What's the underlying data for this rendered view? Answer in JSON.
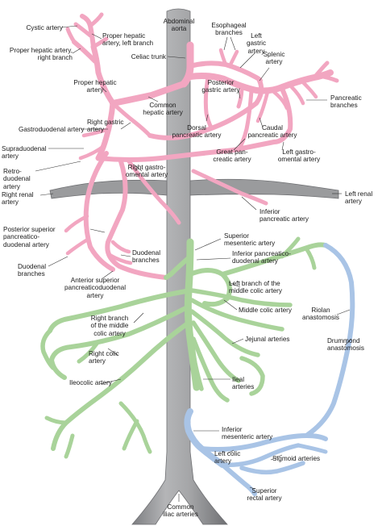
{
  "colors": {
    "aorta": "#9a9b9d",
    "aorta_dark": "#6e6f72",
    "celiac": "#f2a6c1",
    "celiac_dark": "#d8789d",
    "superior_mesenteric": "#a9d39a",
    "superior_mesenteric_dark": "#7db06d",
    "inferior_mesenteric": "#a9c4e6",
    "inferior_mesenteric_dark": "#7a9fcf",
    "leader": "#333333"
  },
  "labels": {
    "cystic_artery": "Cystic artery",
    "proper_hepatic_left": "Proper hepatic\nartery, left branch",
    "abdominal_aorta": "Abdominal\naorta",
    "esophageal_branches": "Esophageal\nbranches",
    "left_gastric_artery": "Left\ngastric\nartery",
    "proper_hepatic_right": "Proper hepatic artery,\nright branch",
    "celiac_trunk": "Celiac trunk",
    "splenic_artery": "Splenic\nartery",
    "proper_hepatic_artery": "Proper hepatic\nartery",
    "posterior_gastric_artery": "Posterior\ngastric artery",
    "pancreatic_branches": "Pancreatic\nbranches",
    "common_hepatic_artery": "Common\nhepatic artery",
    "right_gastric_artery": "Right gastric\nartery",
    "gastroduodenal_artery": "Gastroduodenal artery",
    "dorsal_pancreatic_artery": "Dorsal\npancreatic artery",
    "caudal_pancreatic_artery": "Caudal\npancreatic artery",
    "supraduodenal_artery": "Supraduodenal\nartery",
    "great_pancreatic_artery": "Great pan-\ncreatic artery",
    "left_gastroomental_artery": "Left gastro-\nomental artery",
    "retroduodenal_artery": "Retro-\nduodenal\nartery",
    "right_gastroomental_artery": "Right gastro-\nomental artery",
    "right_renal_artery": "Right renal\nartery",
    "left_renal_artery": "Left renal\nartery",
    "inferior_pancreatic_artery": "Inferior\npancreatic artery",
    "posterior_superior_pd": "Posterior superior\npancreatico-\nduodenal artery",
    "superior_mesenteric_artery": "Superior\nmesenteric artery",
    "duodenal_branches_right": "Duodenal\nbranches",
    "inferior_pd": "Inferior pancreatico-\nduodenal artery",
    "duodenal_branches_left": "Duodenal\nbranches",
    "anterior_superior_pd": "Anterior superior\npancreaticoduodenal\nartery",
    "left_branch_middle_colic": "Left branch of the\nmiddle colic artery",
    "riolan_anastomosis": "Riolan\nanastomosis",
    "middle_colic_artery": "Middle colic artery",
    "right_branch_middle_colic": "Right branch\nof the middle\ncolic artery",
    "drummond_anastomosis": "Drummond\nanastomosis",
    "jejunal_arteries": "Jejunal arteries",
    "right_colic_artery": "Right colic\nartery",
    "ileocolic_artery": "Ileocolic artery",
    "ileal_arteries": "Ileal\narteries",
    "inferior_mesenteric_artery": "Inferior\nmesenteric artery",
    "left_colic_artery": "Left colic\nartery",
    "sigmoid_arteries": "Sigmoid arteries",
    "superior_rectal_artery": "Superior\nrectal artery",
    "common_iliac_arteries": "Common\niliac arteries"
  }
}
